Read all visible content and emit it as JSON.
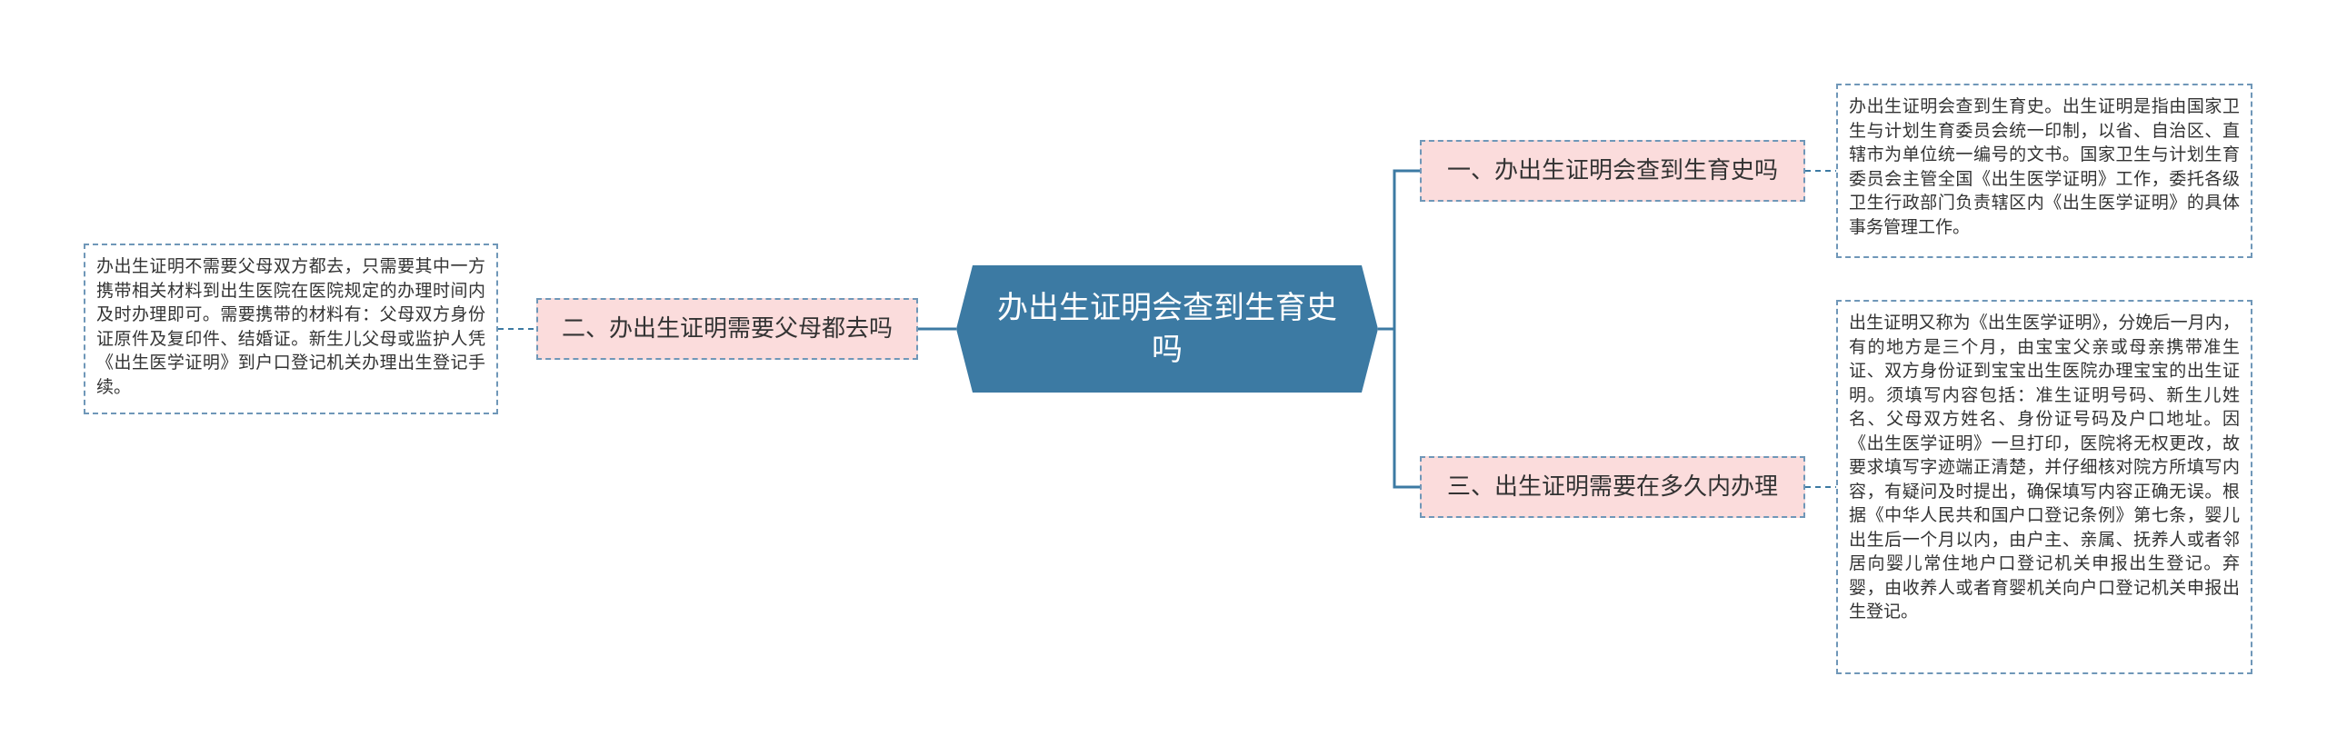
{
  "diagram": {
    "central": {
      "label": "办出生证明会查到生育史吗",
      "color": "#3c7aa3"
    },
    "branches": [
      {
        "id": "b1",
        "label": "一、办出生证明会查到生育史吗",
        "detail": "办出生证明会查到生育史。出生证明是指由国家卫生与计划生育委员会统一印制，以省、自治区、直辖市为单位统一编号的文书。国家卫生与计划生育委员会主管全国《出生医学证明》工作，委托各级卫生行政部门负责辖区内《出生医学证明》的具体事务管理工作。"
      },
      {
        "id": "b2",
        "label": "二、办出生证明需要父母都去吗",
        "detail": "办出生证明不需要父母双方都去，只需要其中一方携带相关材料到出生医院在医院规定的办理时间内及时办理即可。需要携带的材料有：父母双方身份证原件及复印件、结婚证。新生儿父母或监护人凭《出生医学证明》到户口登记机关办理出生登记手续。"
      },
      {
        "id": "b3",
        "label": "三、出生证明需要在多久内办理",
        "detail": "出生证明又称为《出生医学证明》，分娩后一月内，有的地方是三个月，由宝宝父亲或母亲携带准生证、双方身份证到宝宝出生医院办理宝宝的出生证明。须填写内容包括：准生证明号码、新生儿姓名、父母双方姓名、身份证号码及户口地址。因《出生医学证明》一旦打印，医院将无权更改，故要求填写字迹端正清楚，并仔细核对院方所填写内容，有疑问及时提出，确保填写内容正确无误。根据《中华人民共和国户口登记条例》第七条，婴儿出生后一个月以内，由户主、亲属、抚养人或者邻居向婴儿常住地户口登记机关申报出生登记。弃婴，由收养人或者育婴机关向户口登记机关申报出生登记。"
      }
    ],
    "colors": {
      "connector": "#3c7aa3",
      "branch_fill": "#fbdcdc",
      "dashed_border": "#6f97b8"
    }
  }
}
